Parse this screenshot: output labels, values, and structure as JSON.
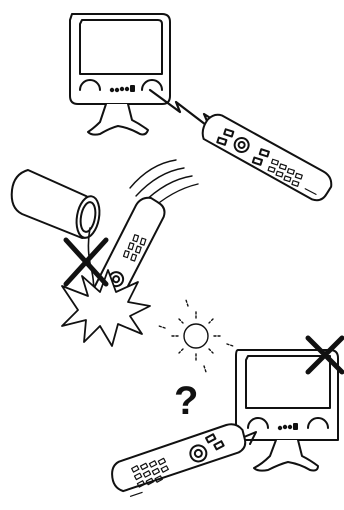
{
  "figure": {
    "scenes": [
      {
        "id": "tv-remote-ok",
        "description_label": ""
      },
      {
        "id": "remote-dropped-in-liquid",
        "description_label": ""
      },
      {
        "id": "sunlight-remote-fails",
        "description_label": ""
      }
    ],
    "question_mark": "?",
    "colors": {
      "ink": "#111111",
      "paper": "#ffffff",
      "fill_light": "#f2f2f2"
    }
  }
}
